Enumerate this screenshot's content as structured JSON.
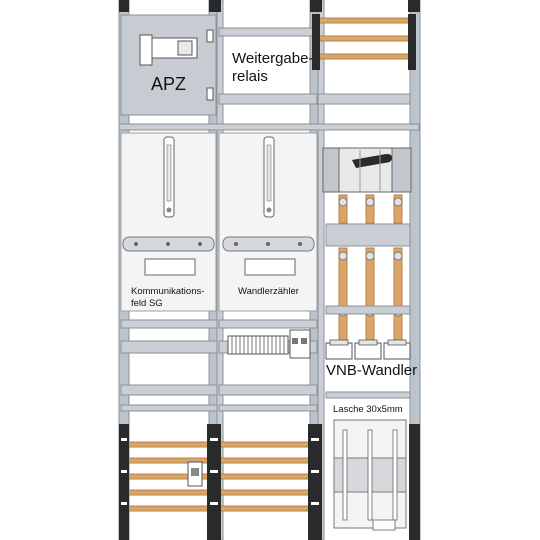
{
  "labels": {
    "apz": "APZ",
    "relais_line1": "Weitergabe-",
    "relais_line2": "relais",
    "komm_line1": "Kommunikations-",
    "komm_line2": "feld SG",
    "wandlerzaehler": "Wandlerzähler",
    "vnb_wandler": "VNB-Wandler",
    "lasche": "Lasche 30x5mm"
  },
  "colors": {
    "rail_frame": "#b8bfc6",
    "rail_dark": "#2a2a2a",
    "busbar_copper": "#d9a56b",
    "busbar_copper_dark": "#b98243",
    "meter_panel": "#f4f4f4",
    "apz_panel": "#c7ccd2",
    "din_rail": "#c9cfd5"
  }
}
